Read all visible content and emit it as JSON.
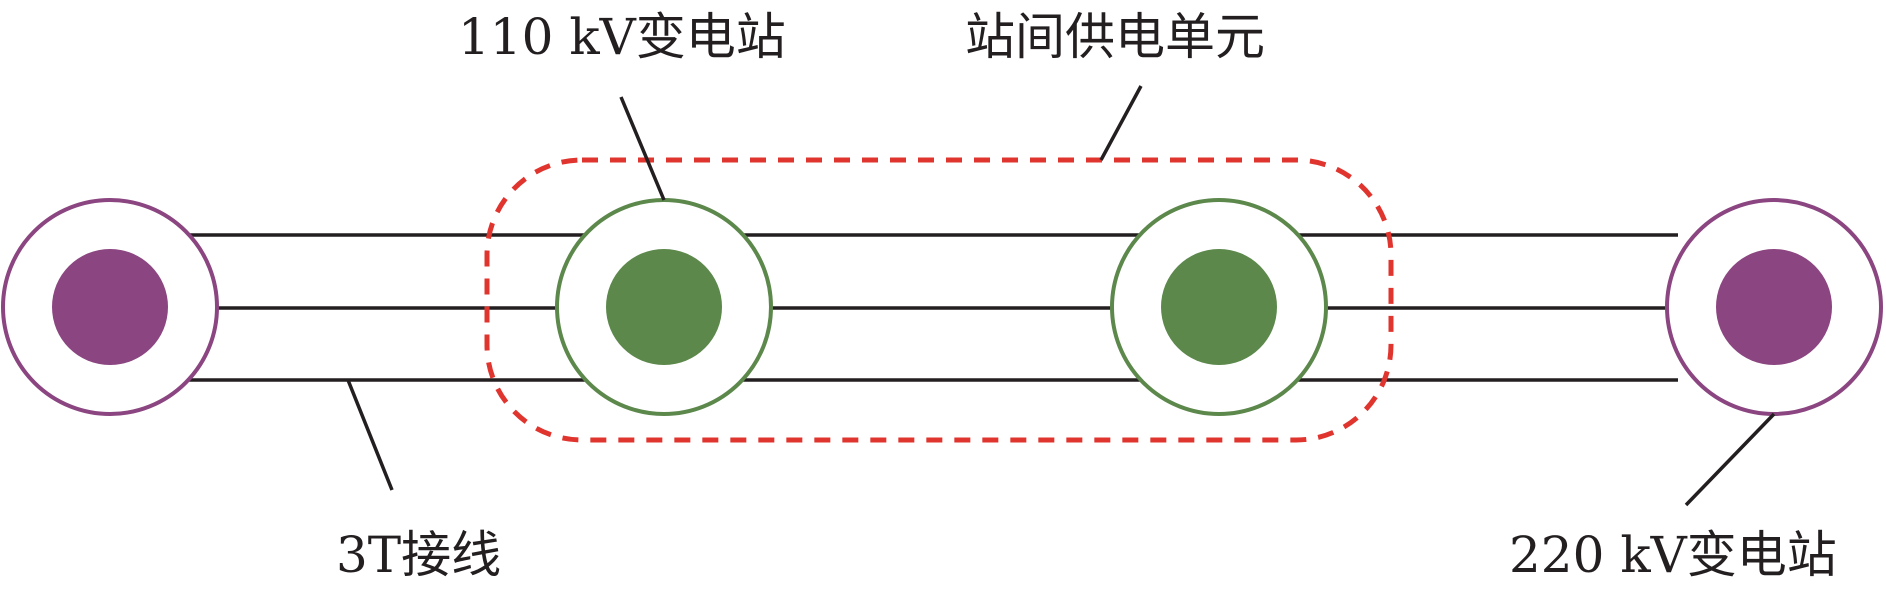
{
  "labels": {
    "substation_110": "110 kV变电站",
    "supply_unit": "站间供电单元",
    "t_connection": "3T接线",
    "substation_220": "220 kV变电站"
  },
  "colors": {
    "substation_220": "#8b4580",
    "substation_110": "#5c884c",
    "supply_unit_boundary": "#e0342e",
    "line": "#231f20"
  },
  "line_style": {
    "feeder_count": 3,
    "supply_unit_boundary": "dashed"
  }
}
